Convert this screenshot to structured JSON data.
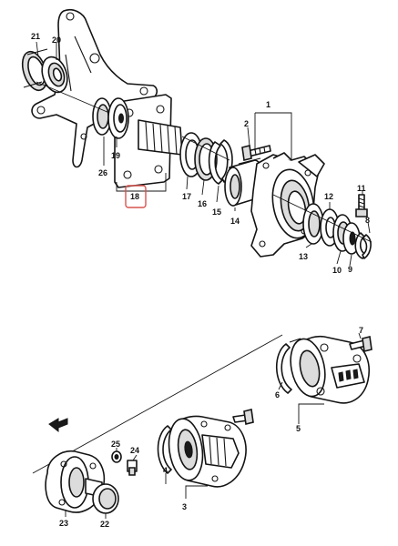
{
  "callouts": {
    "c1": "1",
    "c2": "2",
    "c3": "3",
    "c4": "4",
    "c5": "5",
    "c6": "6",
    "c7": "7",
    "c8": "8",
    "c9": "9",
    "c10": "10",
    "c11": "11",
    "c12": "12",
    "c13": "13",
    "c14": "14",
    "c15": "15",
    "c16": "16",
    "c17": "17",
    "c18": "18",
    "c19": "19",
    "c20": "20",
    "c21": "21",
    "c22": "22",
    "c23": "23",
    "c24": "24",
    "c25": "25",
    "c26": "26"
  },
  "highlight": {
    "selected_part": "18",
    "color": "#d9534f"
  }
}
